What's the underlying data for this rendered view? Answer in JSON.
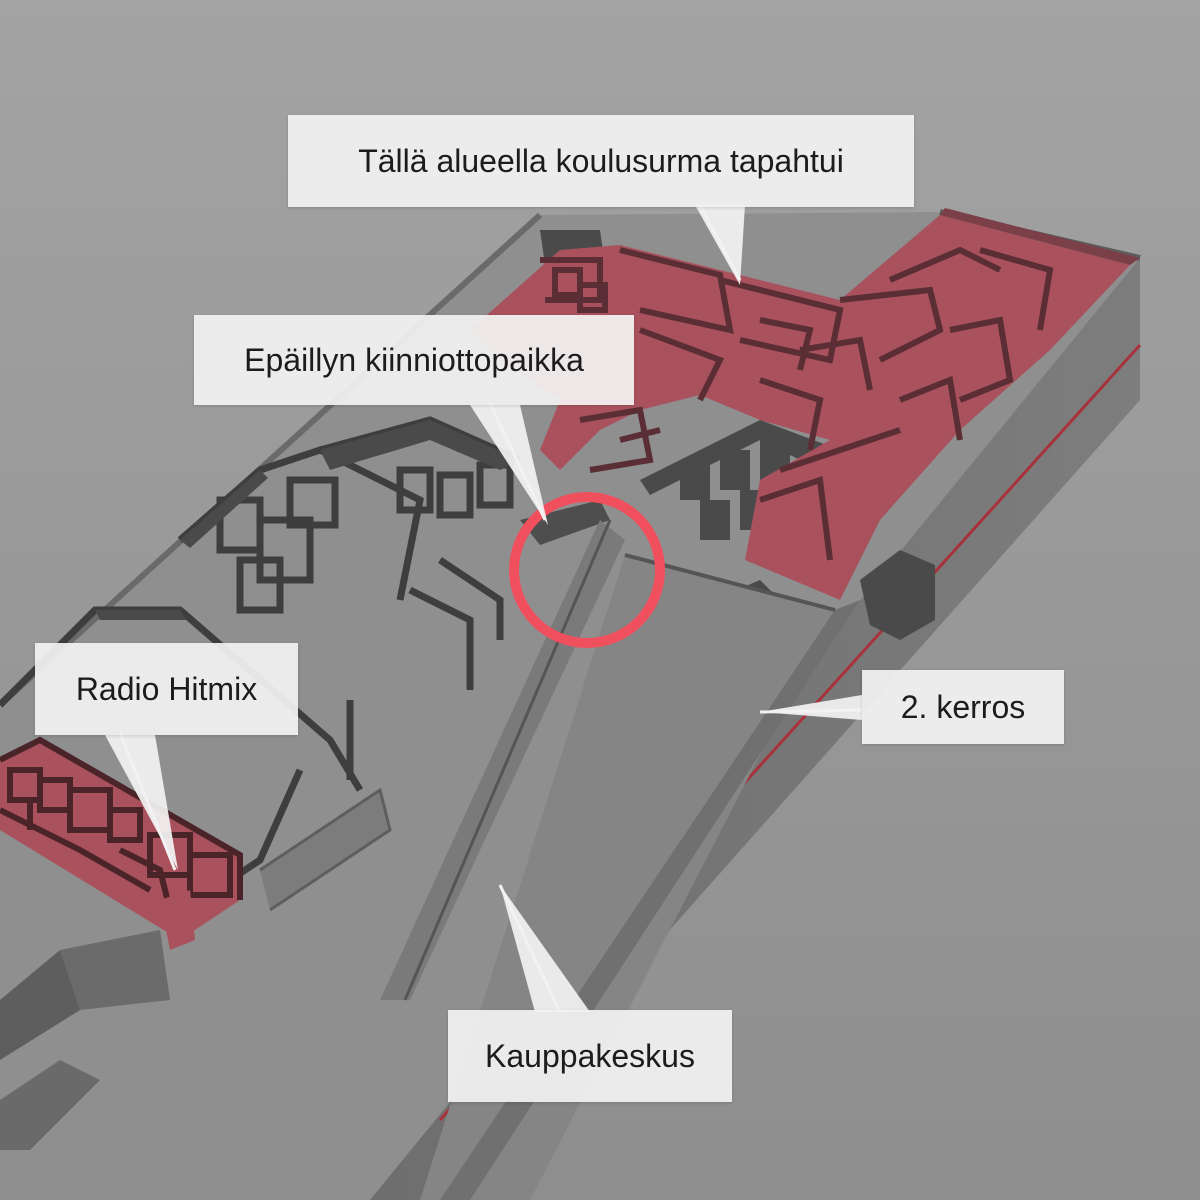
{
  "labels": {
    "shooting_area": "Tällä alueella koulusurma tapahtui",
    "arrest_location": "Epäillyn kiinniottopaikka",
    "radio_hitmix": "Radio Hitmix",
    "second_floor": "2. kerros",
    "shopping_center": "Kauppakeskus"
  },
  "colors": {
    "background": "#9a9a9a",
    "floor": "#8c8c8c",
    "walls": "#4a4a4a",
    "highlight_red": "#a9525e",
    "marker_circle": "#f0505e",
    "red_stripe": "#a8323c",
    "callout_bg": "#f2f2f2",
    "callout_text": "#1c1c1c"
  }
}
